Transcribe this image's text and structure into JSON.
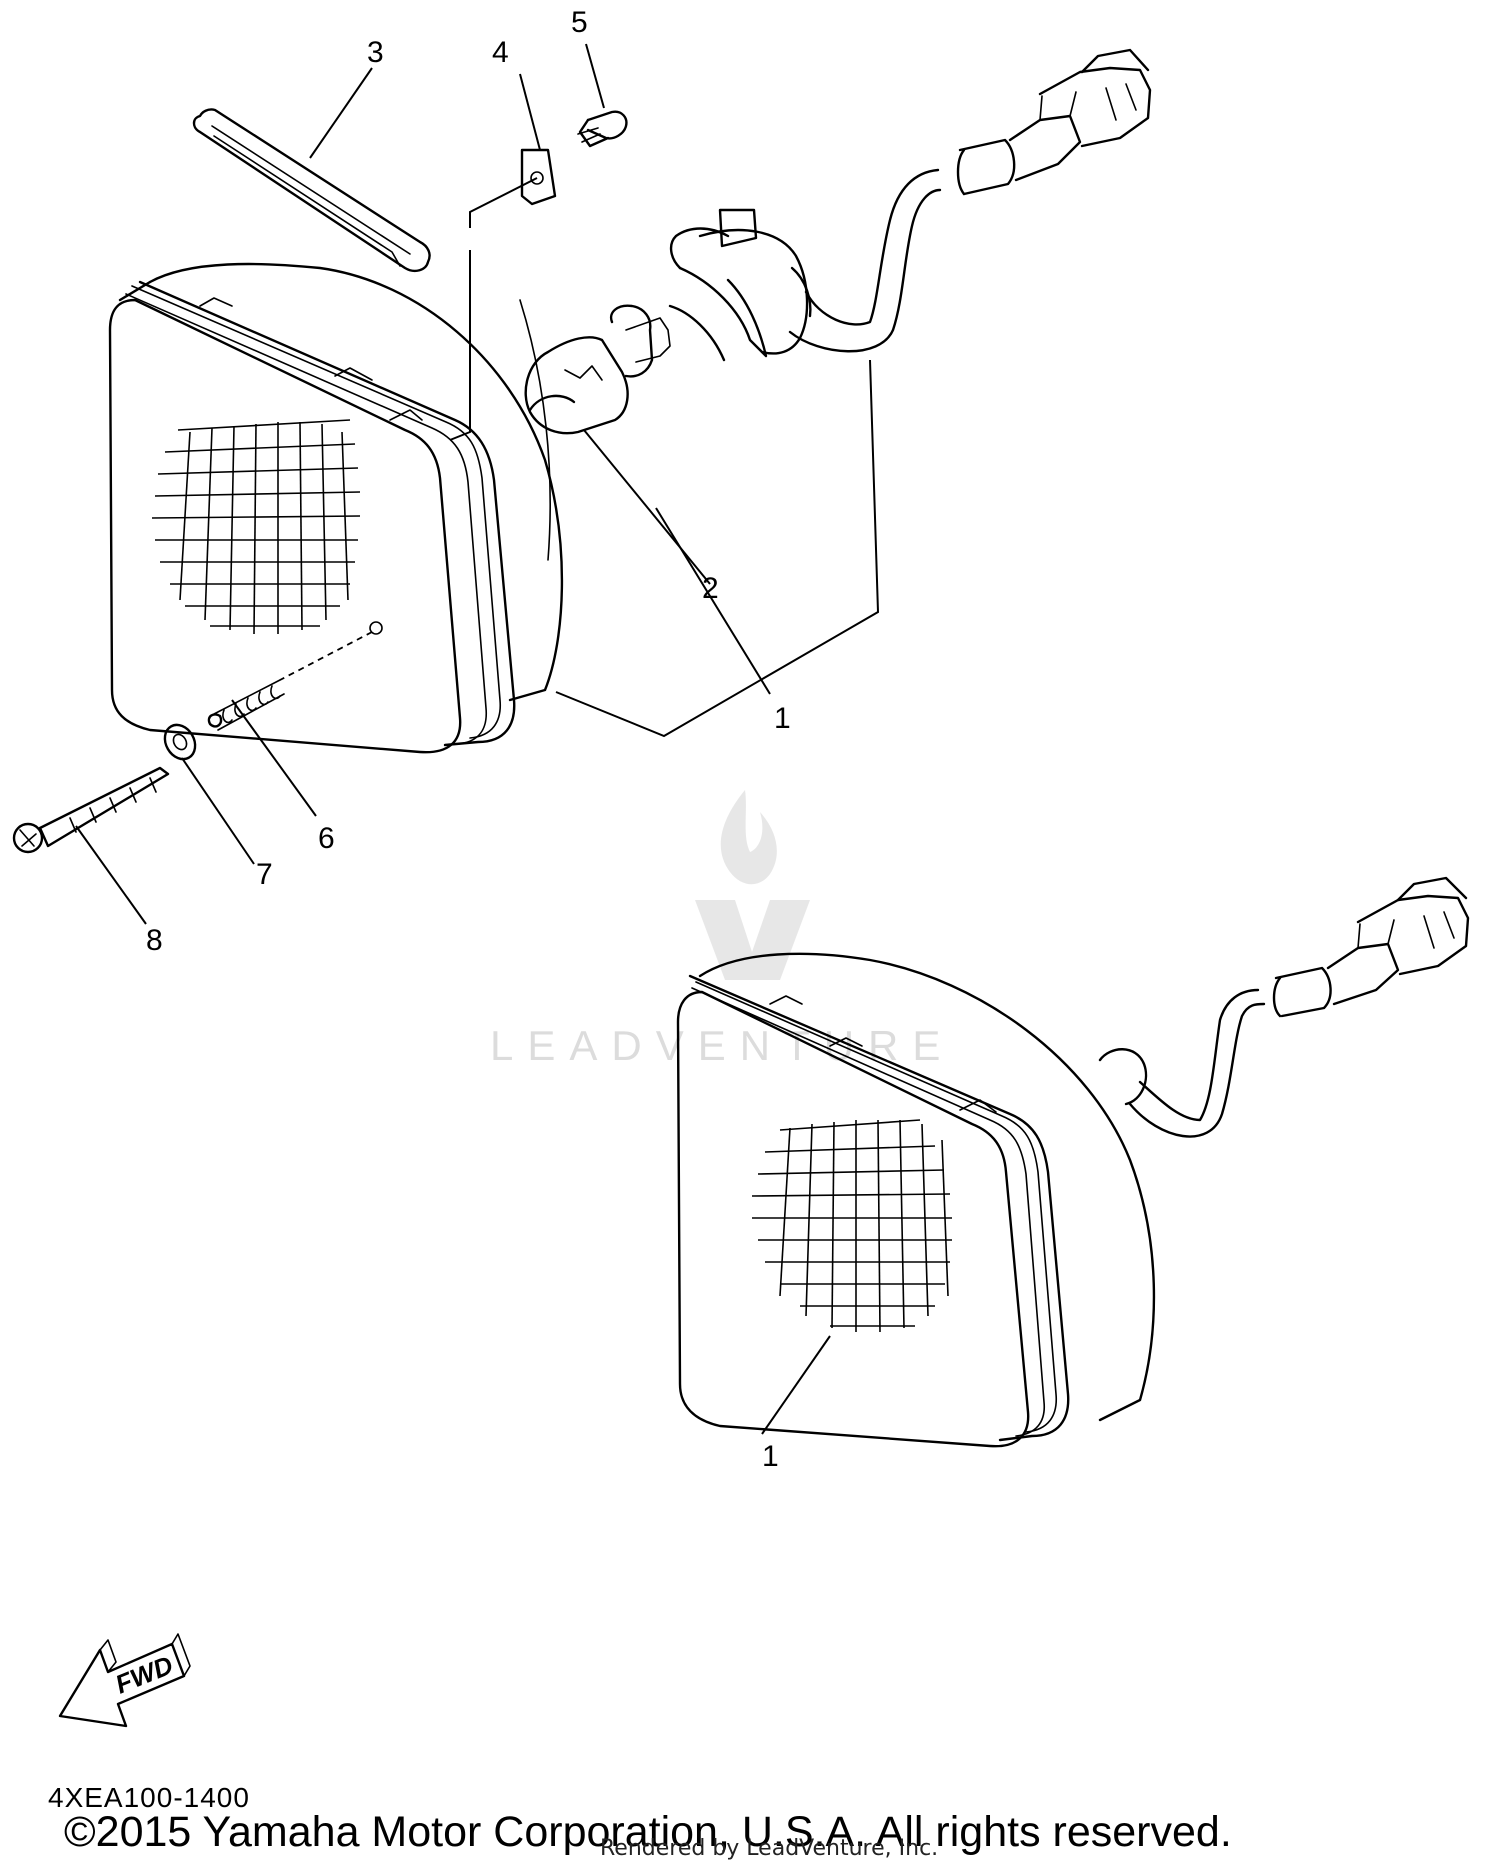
{
  "callouts": {
    "c1_upper": "1",
    "c1_lower": "1",
    "c2": "2",
    "c3": "3",
    "c4": "4",
    "c5": "5",
    "c6": "6",
    "c7": "7",
    "c8": "8"
  },
  "fwd_label": "FWD",
  "watermark_text": "LEADVENTURE",
  "diagram_code": "4XEA100-1400",
  "copyright": "©2015 Yamaha Motor Corporation, U.S.A. All rights reserved.",
  "rendered_by": "Rendered by LeadVenture, Inc.",
  "colors": {
    "line": "#000000",
    "background": "#ffffff",
    "watermark": "#d9d9d9"
  }
}
